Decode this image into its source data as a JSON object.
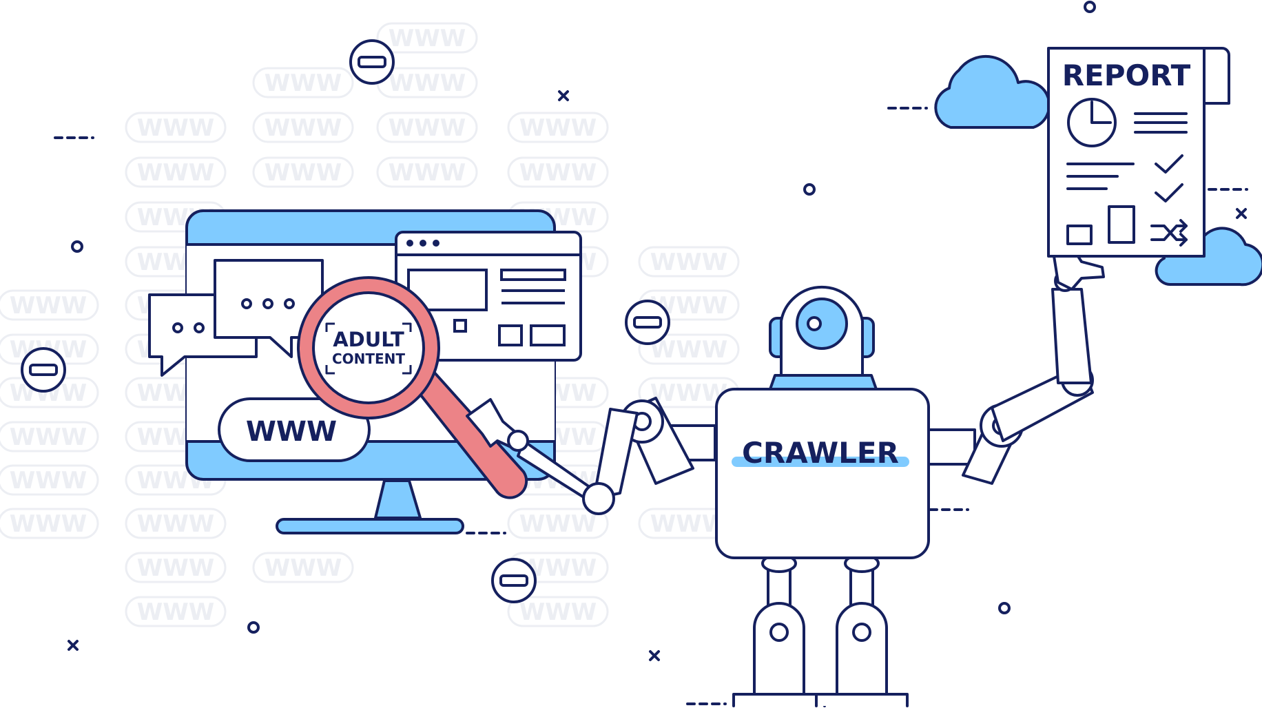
{
  "background_label": "WWW",
  "monitor": {
    "url_label": "WWW"
  },
  "magnifier": {
    "line1": "ADULT",
    "line2": "CONTENT"
  },
  "robot": {
    "chest_label": "CRAWLER"
  },
  "report": {
    "title": "REPORT"
  },
  "colors": {
    "outline": "#15205e",
    "accent_blue": "#80cbff",
    "magnifier_pink": "#ec8387",
    "background_watermark": "#eceef3"
  },
  "icons": [
    "minus-circle-icon",
    "chat-bubble-icon",
    "browser-window-icon",
    "magnifier-icon",
    "robot-icon",
    "cloud-icon",
    "pie-chart-icon",
    "checkmark-icon",
    "shuffle-icon"
  ]
}
